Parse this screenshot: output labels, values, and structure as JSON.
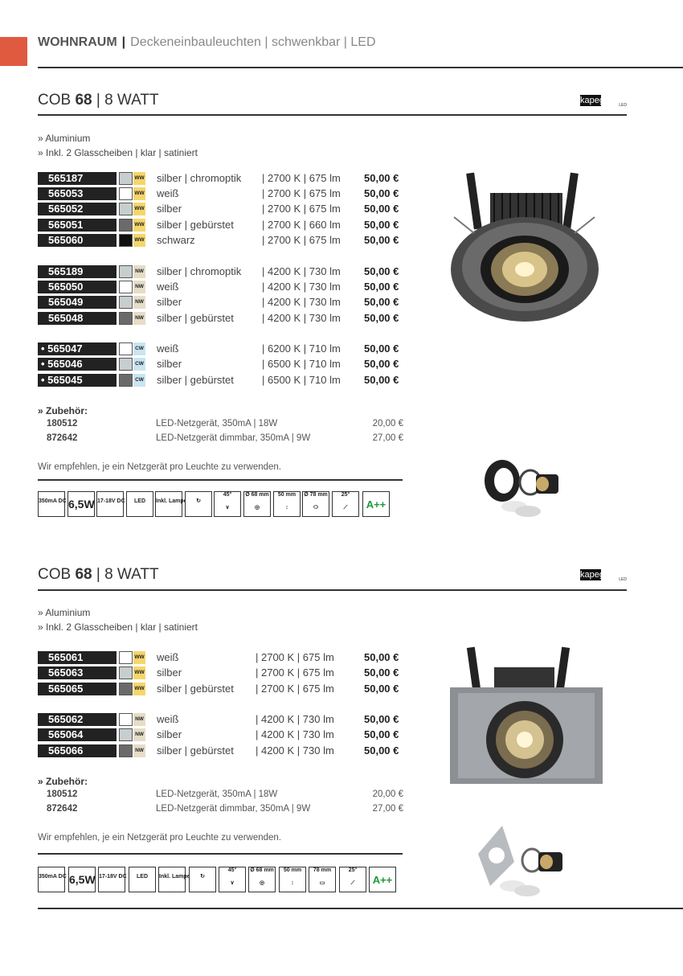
{
  "header": {
    "category": "WOHNRAUM",
    "separator": "|",
    "subtitle": "Deckeneinbauleuchten | schwenkbar | LED"
  },
  "logo": {
    "text": "kapego",
    "sub": "LED"
  },
  "sections": [
    {
      "title_pre": "COB ",
      "title_num": "68",
      "title_post": " | 8 WATT",
      "features": [
        "» Aluminium",
        "» Inkl. 2 Glasscheiben | klar | satiniert"
      ],
      "products": [
        {
          "art": "565187",
          "swatch": "#c8cdd0",
          "ct": "WW",
          "name": "silber | chromoptik",
          "spec": "| 2700 K | 675 lm",
          "price": "50,00 €"
        },
        {
          "art": "565053",
          "swatch": "#ffffff",
          "ct": "WW",
          "name": "weiß",
          "spec": "| 2700 K | 675 lm",
          "price": "50,00 €"
        },
        {
          "art": "565052",
          "swatch": "#c8cdd0",
          "ct": "WW",
          "name": "silber",
          "spec": "| 2700 K | 675 lm",
          "price": "50,00 €"
        },
        {
          "art": "565051",
          "swatch": "#6a6a6a",
          "ct": "WW",
          "name": "silber | gebürstet",
          "spec": "| 2700 K | 660 lm",
          "price": "50,00 €"
        },
        {
          "art": "565060",
          "swatch": "#111111",
          "ct": "WW",
          "name": "schwarz",
          "spec": "| 2700 K | 675 lm",
          "price": "50,00 €"
        },
        {
          "art": "565189",
          "swatch": "#c8cdd0",
          "ct": "NW",
          "name": "silber | chromoptik",
          "spec": "| 4200 K | 730 lm",
          "price": "50,00 €"
        },
        {
          "art": "565050",
          "swatch": "#ffffff",
          "ct": "NW",
          "name": "weiß",
          "spec": "| 4200 K | 730 lm",
          "price": "50,00 €"
        },
        {
          "art": "565049",
          "swatch": "#c8cdd0",
          "ct": "NW",
          "name": "silber",
          "spec": "| 4200 K | 730 lm",
          "price": "50,00 €"
        },
        {
          "art": "565048",
          "swatch": "#6a6a6a",
          "ct": "NW",
          "name": "silber | gebürstet",
          "spec": "| 4200 K | 730 lm",
          "price": "50,00 €"
        },
        {
          "art": "• 565047",
          "swatch": "#ffffff",
          "ct": "CW",
          "name": "weiß",
          "spec": "| 6200 K | 710 lm",
          "price": "50,00 €"
        },
        {
          "art": "• 565046",
          "swatch": "#c8cdd0",
          "ct": "CW",
          "name": "silber",
          "spec": "| 6500 K | 710 lm",
          "price": "50,00 €"
        },
        {
          "art": "• 565045",
          "swatch": "#6a6a6a",
          "ct": "CW",
          "name": "silber | gebürstet",
          "spec": "| 6500 K | 710 lm",
          "price": "50,00 €"
        }
      ],
      "accessories_title": "» Zubehör:",
      "accessories": [
        {
          "art": "180512",
          "desc": "LED-Netzgerät, 350mA | 18W",
          "price": "20,00 €"
        },
        {
          "art": "872642",
          "desc": "LED-Netzgerät dimmbar, 350mA | 9W",
          "price": "27,00 €"
        }
      ],
      "recommendation": "Wir empfehlen, je ein Netzgerät pro Leuchte zu verwenden.",
      "icons": [
        {
          "name": "current",
          "top": "",
          "val": "350mA DC"
        },
        {
          "name": "power",
          "top": "",
          "val": "6,5W",
          "big": true
        },
        {
          "name": "voltage",
          "top": "",
          "val": "17-18V DC"
        },
        {
          "name": "led-lamp",
          "top": "",
          "val": "LED"
        },
        {
          "name": "lamp-included",
          "top": "",
          "val": "Inkl. Lampe"
        },
        {
          "name": "swivel",
          "top": "",
          "val": "↻"
        },
        {
          "name": "beam-angle",
          "top": "45°",
          "val": "∨"
        },
        {
          "name": "cutout",
          "top": "Ø 68 mm",
          "val": "◎"
        },
        {
          "name": "depth",
          "top": "50 mm",
          "val": "↕"
        },
        {
          "name": "diameter",
          "top": "Ø 78 mm",
          "val": "⬭"
        },
        {
          "name": "tilt",
          "top": "25°",
          "val": "⟋"
        },
        {
          "name": "energy-class",
          "top": "",
          "val": "A++",
          "green": true
        }
      ]
    },
    {
      "title_pre": "COB ",
      "title_num": "68",
      "title_post": " | 8 WATT",
      "features": [
        "» Aluminium",
        "» Inkl. 2 Glasscheiben | klar | satiniert"
      ],
      "products": [
        {
          "art": "565061",
          "swatch": "#ffffff",
          "ct": "WW",
          "name": "weiß",
          "spec": "| 2700 K | 675 lm",
          "price": "50,00 €"
        },
        {
          "art": "565063",
          "swatch": "#c8cdd0",
          "ct": "WW",
          "name": "silber",
          "spec": "| 2700 K | 675 lm",
          "price": "50,00 €"
        },
        {
          "art": "565065",
          "swatch": "#6a6a6a",
          "ct": "WW",
          "name": "silber | gebürstet",
          "spec": "| 2700 K | 675 lm",
          "price": "50,00 €"
        },
        {
          "art": "565062",
          "swatch": "#ffffff",
          "ct": "NW",
          "name": "weiß",
          "spec": "| 4200 K | 730 lm",
          "price": "50,00 €"
        },
        {
          "art": "565064",
          "swatch": "#c8cdd0",
          "ct": "NW",
          "name": "silber",
          "spec": "| 4200 K | 730 lm",
          "price": "50,00 €"
        },
        {
          "art": "565066",
          "swatch": "#6a6a6a",
          "ct": "NW",
          "name": "silber | gebürstet",
          "spec": "| 4200 K | 730 lm",
          "price": "50,00 €"
        }
      ],
      "accessories_title": "» Zubehör:",
      "accessories": [
        {
          "art": "180512",
          "desc": "LED-Netzgerät, 350mA | 18W",
          "price": "20,00 €"
        },
        {
          "art": "872642",
          "desc": "LED-Netzgerät dimmbar, 350mA | 9W",
          "price": "27,00 €"
        }
      ],
      "recommendation": "Wir empfehlen, je ein Netzgerät pro Leuchte zu verwenden.",
      "icons": [
        {
          "name": "current",
          "top": "",
          "val": "350mA DC"
        },
        {
          "name": "power",
          "top": "",
          "val": "6,5W",
          "big": true
        },
        {
          "name": "voltage",
          "top": "",
          "val": "17-18V DC"
        },
        {
          "name": "led-lamp",
          "top": "",
          "val": "LED"
        },
        {
          "name": "lamp-included",
          "top": "",
          "val": "Inkl. Lampe"
        },
        {
          "name": "swivel",
          "top": "",
          "val": "↻"
        },
        {
          "name": "beam-angle",
          "top": "45°",
          "val": "∨"
        },
        {
          "name": "cutout",
          "top": "Ø 68 mm",
          "val": "◎"
        },
        {
          "name": "depth",
          "top": "50 mm",
          "val": "↕"
        },
        {
          "name": "width",
          "top": "78 mm",
          "val": "▭"
        },
        {
          "name": "tilt",
          "top": "25°",
          "val": "⟋"
        },
        {
          "name": "energy-class",
          "top": "",
          "val": "A++",
          "green": true
        }
      ]
    }
  ],
  "colors": {
    "accent": "#e05a3f",
    "ww": "#f5d66a",
    "nw": "#e6dcc7",
    "cw": "#c9e4f3"
  }
}
